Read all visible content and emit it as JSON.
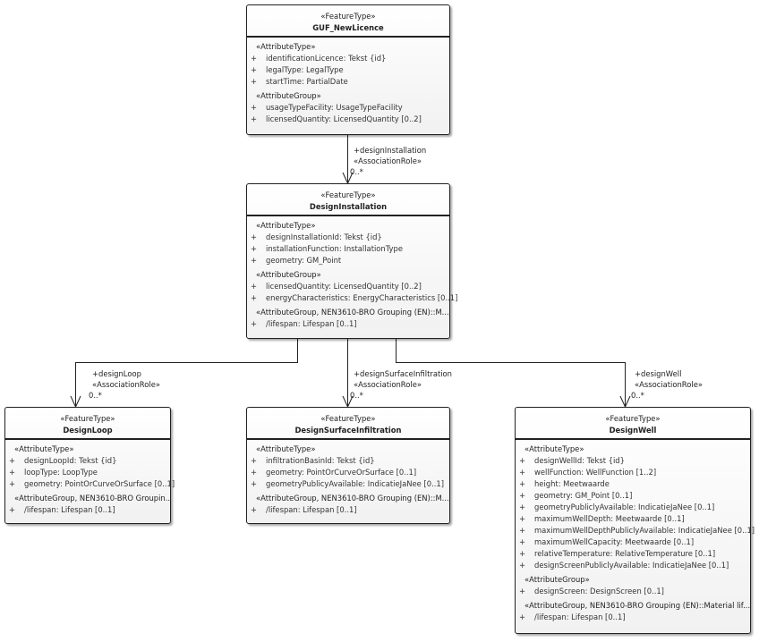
{
  "classes": [
    {
      "id": "guf",
      "stereotype": "«FeatureType»",
      "name": "GUF_NewLicence",
      "groups": [
        {
          "stereotype": "«AttributeType»",
          "attributes": [
            "identificationLicence: Tekst {id}",
            "legalType: LegalType",
            "startTime: PartialDate"
          ]
        },
        {
          "stereotype": "«AttributeGroup»",
          "attributes": [
            "usageTypeFacility: UsageTypeFacility",
            "licensedQuantity: LicensedQuantity [0..2]"
          ]
        }
      ]
    },
    {
      "id": "di",
      "stereotype": "«FeatureType»",
      "name": "DesignInstallation",
      "groups": [
        {
          "stereotype": "«AttributeType»",
          "attributes": [
            "designInstallationId: Tekst {id}",
            "installationFunction: InstallationType",
            "geometry: GM_Point"
          ]
        },
        {
          "stereotype": "«AttributeGroup»",
          "attributes": [
            "licensedQuantity: LicensedQuantity [0..2]",
            "energyCharacteristics: EnergyCharacteristics [0..1]"
          ]
        },
        {
          "stereotype": "«AttributeGroup, NEN3610-BRO Grouping (EN)::M...",
          "attributes": [
            "/lifespan: Lifespan [0..1]"
          ]
        }
      ]
    },
    {
      "id": "dl",
      "stereotype": "«FeatureType»",
      "name": "DesignLoop",
      "groups": [
        {
          "stereotype": "«AttributeType»",
          "attributes": [
            "designLoopId: Tekst {id}",
            "loopType: LoopType",
            "geometry: PointOrCurveOrSurface [0..1]"
          ]
        },
        {
          "stereotype": "«AttributeGroup, NEN3610-BRO Groupin...",
          "attributes": [
            "/lifespan: Lifespan [0..1]"
          ]
        }
      ]
    },
    {
      "id": "dsi",
      "stereotype": "«FeatureType»",
      "name": "DesignSurfaceInfiltration",
      "groups": [
        {
          "stereotype": "«AttributeType»",
          "attributes": [
            "infiltrationBasinId: Tekst {id}",
            "geometry: PointOrCurveOrSurface [0..1]",
            "geometryPublicyAvailable: IndicatieJaNee [0..1]"
          ]
        },
        {
          "stereotype": "«AttributeGroup, NEN3610-BRO Grouping (EN)::M...",
          "attributes": [
            "/lifespan: Lifespan [0..1]"
          ]
        }
      ]
    },
    {
      "id": "dw",
      "stereotype": "«FeatureType»",
      "name": "DesignWell",
      "groups": [
        {
          "stereotype": "«AttributeType»",
          "attributes": [
            "designWellId: Tekst {id}",
            "wellFunction: WellFunction [1..2]",
            "height: Meetwaarde",
            "geometry: GM_Point [0..1]",
            "geometryPubliclyAvailable: IndicatieJaNee [0..1]",
            "maximumWellDepth: Meetwaarde [0..1]",
            "maximumWellDepthPubliclyAvailable: IndicatieJaNee [0..1]",
            "maximumWellCapacity: Meetwaarde [0..1]",
            "relativeTemperature: RelativeTemperature [0..1]",
            "designScreenPubliclyAvailable: IndicatieJaNee [0..1]"
          ]
        },
        {
          "stereotype": "«AttributeGroup»",
          "attributes": [
            "designScreen: DesignScreen [0..1]"
          ]
        },
        {
          "stereotype": "«AttributeGroup, NEN3610-BRO Grouping (EN)::Material lif...",
          "attributes": [
            "/lifespan: Lifespan [0..1]"
          ]
        }
      ]
    }
  ],
  "visibility": "+",
  "associations": [
    {
      "role": "+designInstallation",
      "stereotype": "«AssociationRole»",
      "multiplicity": "0..*"
    },
    {
      "role": "+designLoop",
      "stereotype": "«AssociationRole»",
      "multiplicity": "0..*"
    },
    {
      "role": "+designSurfaceInfiltration",
      "stereotype": "«AssociationRole»",
      "multiplicity": "0..*"
    },
    {
      "role": "+designWell",
      "stereotype": "«AssociationRole»",
      "multiplicity": "0..*"
    }
  ]
}
